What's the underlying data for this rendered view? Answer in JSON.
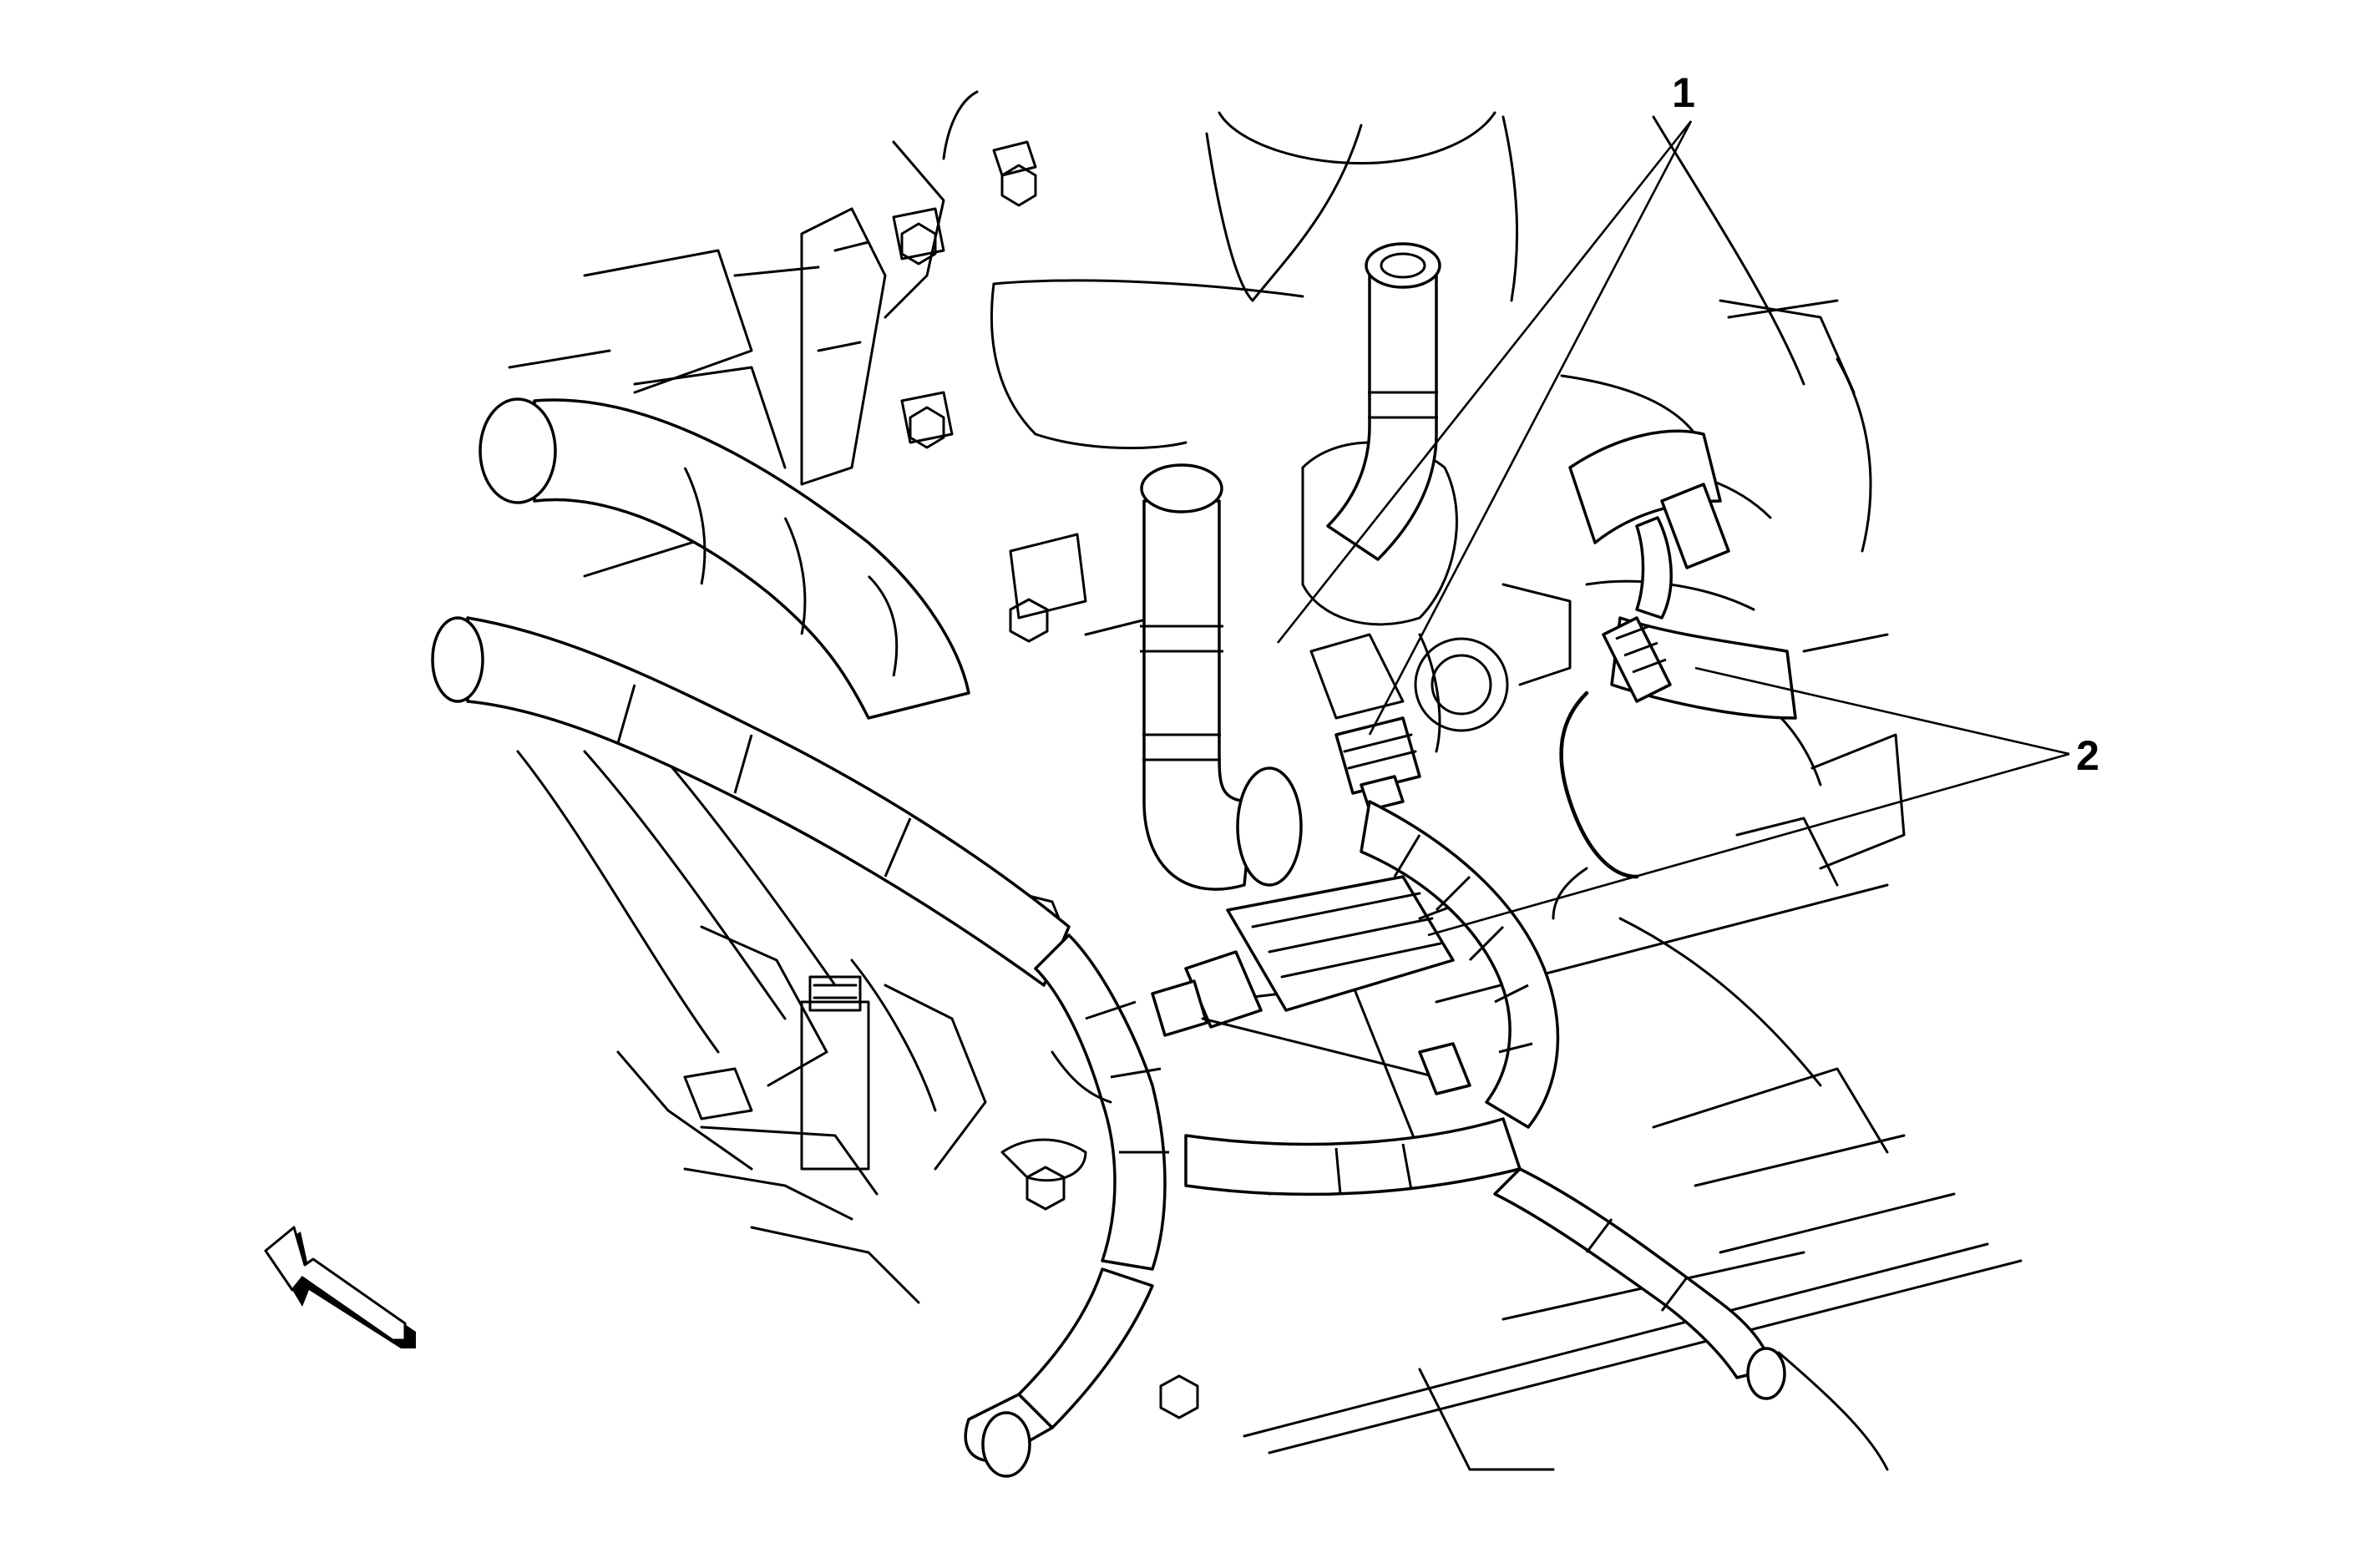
{
  "callouts": [
    {
      "id": "callout-1",
      "label": "1"
    },
    {
      "id": "callout-2",
      "label": "2"
    }
  ],
  "icons": {
    "view-arrow": "direction-arrow-icon"
  },
  "colors": {
    "line": "#000000",
    "background": "#ffffff"
  }
}
